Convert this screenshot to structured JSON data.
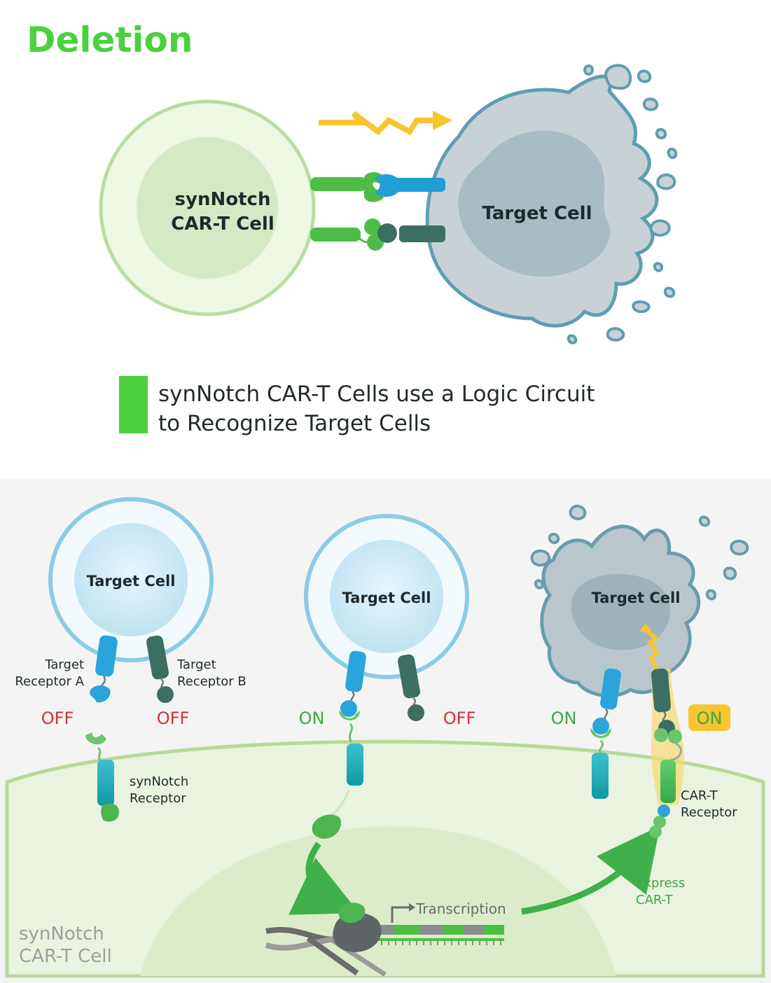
{
  "section_title": "Deletion",
  "top": {
    "car_t_cell_line1": "synNotch",
    "car_t_cell_line2": "CAR-T Cell",
    "target_cell": "Target Cell"
  },
  "caption": {
    "line1": "synNotch CAR-T Cells use a Logic Circuit",
    "line2": "to Recognize Target Cells"
  },
  "panel": {
    "stage1": {
      "target_cell": "Target Cell",
      "receptor_a_line1": "Target",
      "receptor_a_line2": "Receptor A",
      "receptor_b_line1": "Target",
      "receptor_b_line2": "Receptor B",
      "state_a": "OFF",
      "state_b": "OFF",
      "synnotch_line1": "synNotch",
      "synnotch_line2": "Receptor"
    },
    "stage2": {
      "target_cell": "Target Cell",
      "state_a": "ON",
      "state_b": "OFF",
      "transcription": "Transcription"
    },
    "stage3": {
      "target_cell": "Target Cell",
      "state_a": "ON",
      "state_b": "ON",
      "car_t_receptor_line1": "CAR-T",
      "car_t_receptor_line2": "Receptor",
      "express_line1": "Express",
      "express_line2": "CAR-T"
    },
    "cell_label_line1": "synNotch",
    "cell_label_line2": "CAR-T Cell"
  },
  "colors": {
    "accent_green": "#4dd040",
    "off_red": "#d8303a",
    "on_green": "#3aa845",
    "highlight_yellow": "#f7c531"
  }
}
